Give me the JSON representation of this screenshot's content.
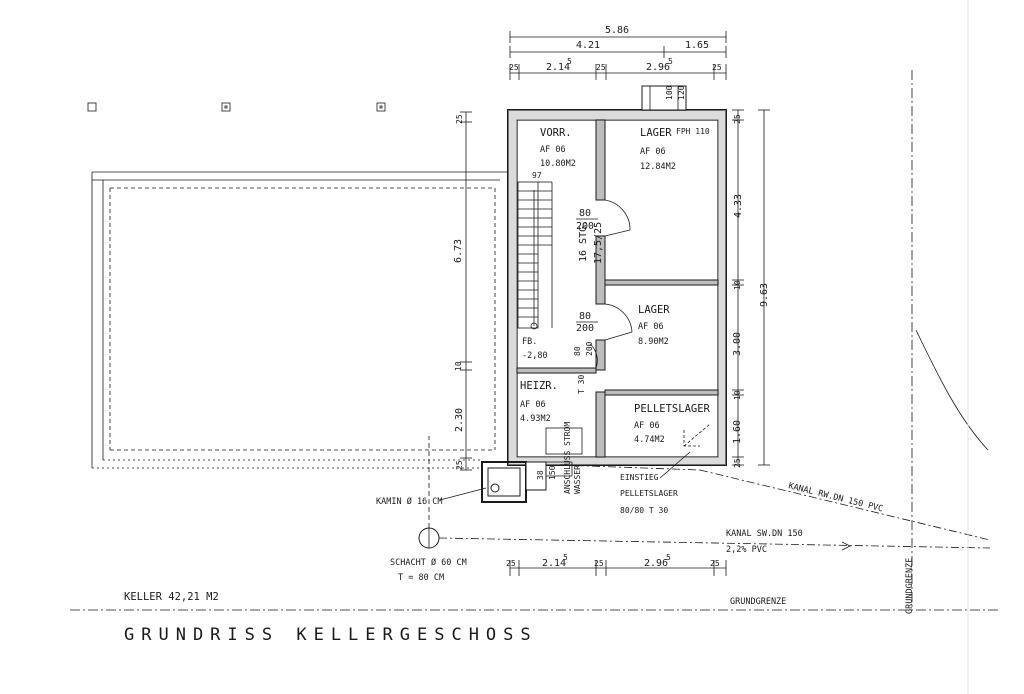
{
  "title": "GRUNDRISS KELLERGESCHOSS",
  "area_total": "KELLER  42,21 M2",
  "dimensions": {
    "total_width": "5.86",
    "top_seg_a": "4.21",
    "top_seg_b": "1.65",
    "top_wall_a": "25",
    "top_room_a": "2.14",
    "top_room_a_sup": "5",
    "top_wall_b": "25",
    "top_room_b": "2.96",
    "top_room_b_sup": "5",
    "top_wall_c": "25",
    "right_wall_top": "25",
    "right_a": "4.33",
    "right_wall_1": "10",
    "right_b": "3.00",
    "right_wall_2": "10",
    "right_c": "1.60",
    "right_wall_bottom": "25",
    "right_total": "9.63",
    "left_wall_top": "25",
    "left_a": "6.73",
    "left_wall_mid": "10",
    "left_b": "2.30",
    "left_wall_bottom": "25",
    "bottom_wall_a": "25",
    "bottom_room_a": "2.14",
    "bottom_room_a_sup": "5",
    "bottom_wall_b": "25",
    "bottom_room_b": "2.96",
    "bottom_room_b_sup": "5",
    "bottom_wall_c": "25"
  },
  "rooms": [
    {
      "name": "VORR.",
      "floor": "AF 06",
      "area": "10.80M2"
    },
    {
      "name": "LAGER",
      "floor": "AF 06",
      "area": "12.84M2"
    },
    {
      "name": "LAGER",
      "floor": "AF 06",
      "area": "8.90M2"
    },
    {
      "name": "HEIZR.",
      "floor": "AF 06",
      "area": "4.93M2"
    },
    {
      "name": "PELLETSLAGER",
      "floor": "AF 06",
      "area": "4.74M2"
    }
  ],
  "doors": [
    {
      "width": "80",
      "height": "200"
    },
    {
      "width": "80",
      "height": "200"
    },
    {
      "width": "80",
      "height": "200"
    }
  ],
  "labels": {
    "window_top_a": "100",
    "window_top_b": "120",
    "fph": "FPH 110",
    "stair_width": "97",
    "stair_steps": "16 STG.",
    "stair_ratio": "17,5/25",
    "fb": "FB.",
    "fb_level": "-2,80",
    "t30": "T 30",
    "chimney_a": "38",
    "chimney_b": "150",
    "kamin": "KAMIN Ø 16 CM",
    "anschluss_a": "ANSCHLUSS STROM",
    "anschluss_b": "WASSER",
    "einstieg_a": "EINSTIEG",
    "einstieg_b": "PELLETSLAGER",
    "einstieg_c": "80/80 T 30",
    "schacht_a": "SCHACHT Ø 60 CM",
    "schacht_b": "T = 80 CM",
    "kanal_rw": "KANAL RW.DN 150 PVC",
    "kanal_sw": "KANAL SW.DN 150",
    "kanal_sw_slope": "2,2% PVC",
    "grundgrenze_h": "GRUNDGRENZE",
    "grundgrenze_v": "GRUNDGRENZE"
  }
}
